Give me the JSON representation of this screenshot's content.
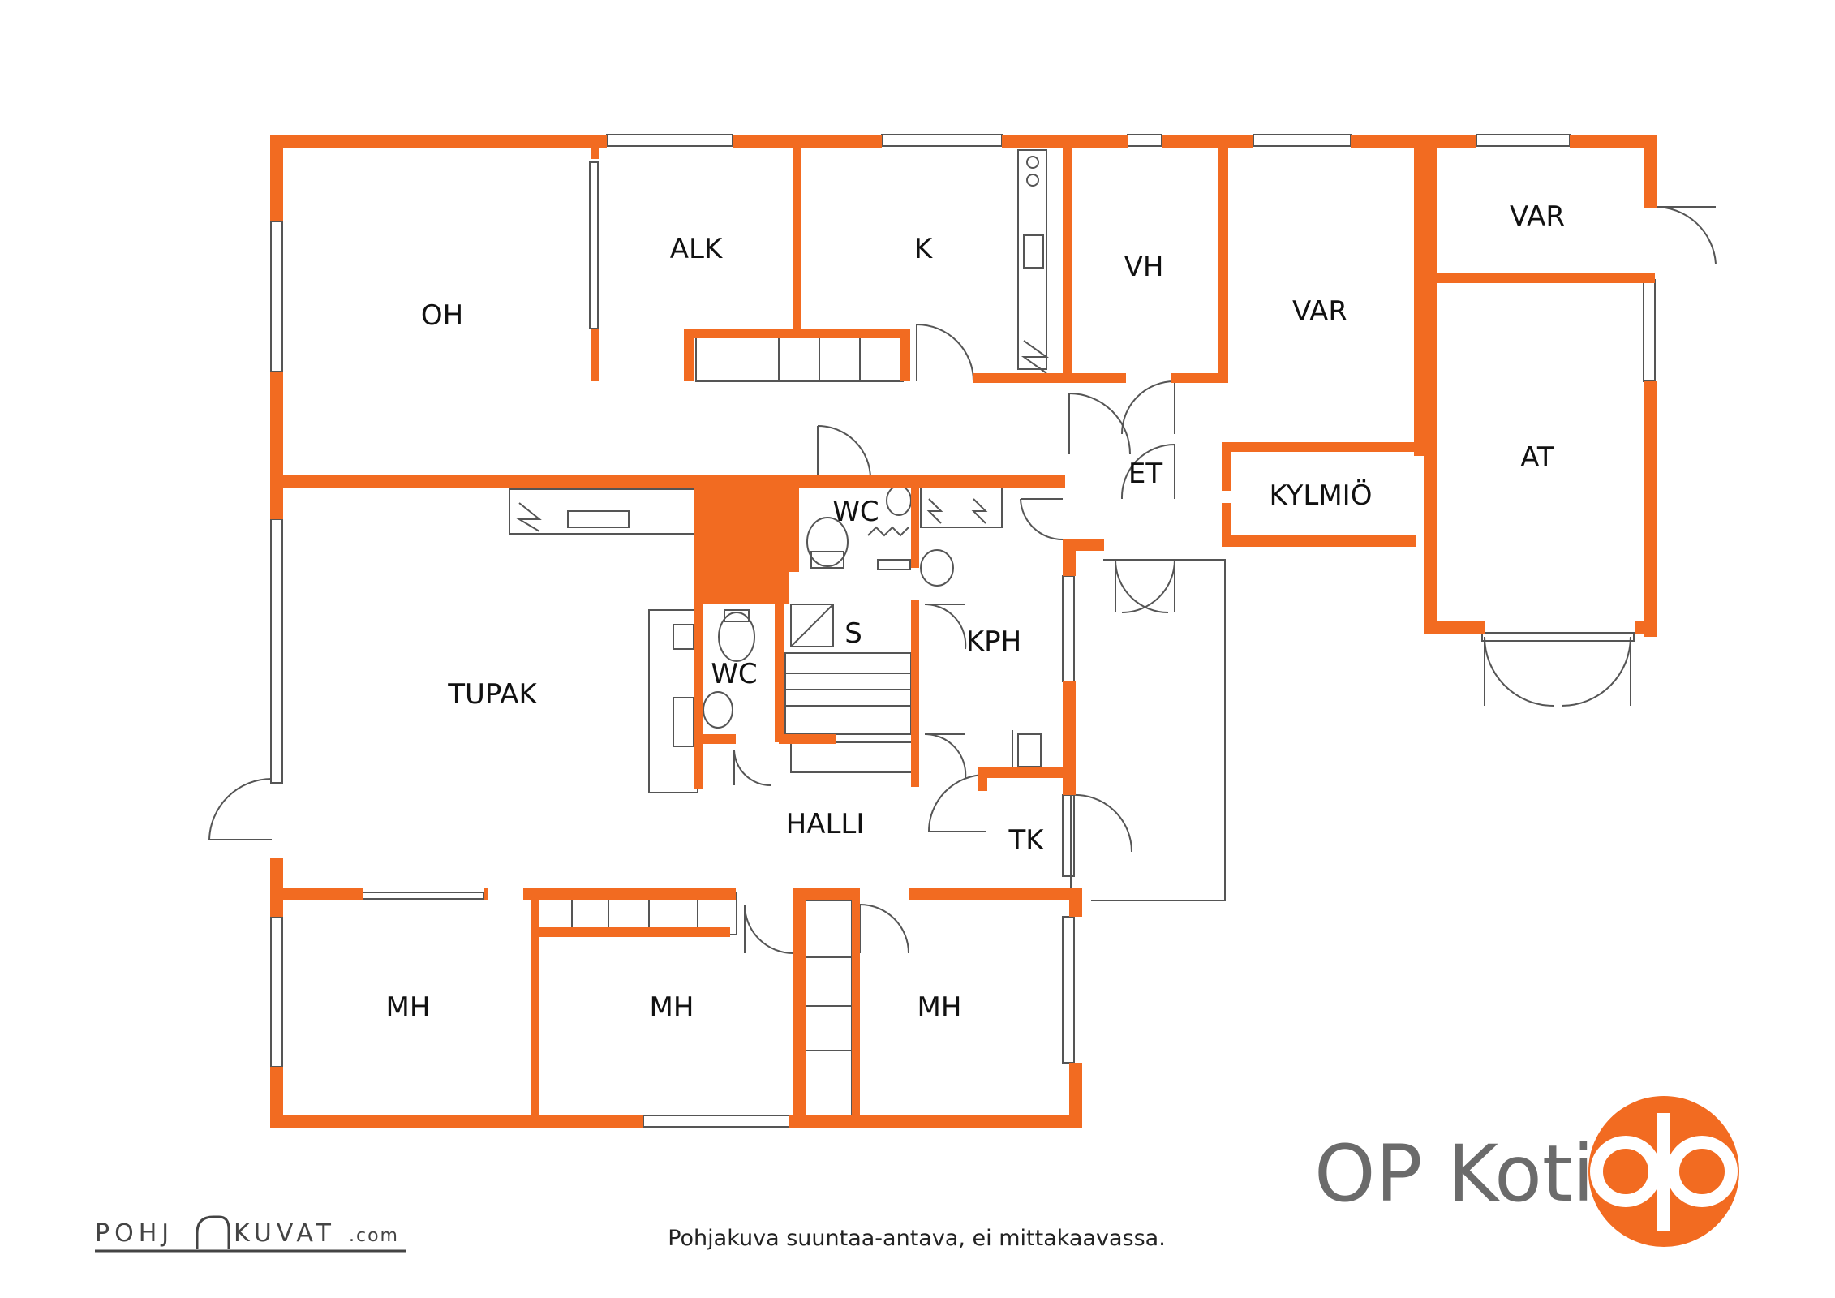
{
  "colors": {
    "wall": "#f26b21",
    "line": "#555555",
    "logo_circle": "#f26b21",
    "logo_mark": "#ffffff",
    "brand_text": "#6b6b6b"
  },
  "rooms": {
    "oh": "OH",
    "alk": "ALK",
    "k": "K",
    "vh": "VH",
    "var_large": "VAR",
    "var_small": "VAR",
    "et": "ET",
    "kylmio": "KYLMIÖ",
    "at": "AT",
    "tupak": "TUPAK",
    "wc_upper": "WC",
    "wc_lower": "WC",
    "s": "S",
    "kph": "KPH",
    "halli": "HALLI",
    "tk": "TK",
    "mh_left": "MH",
    "mh_middle": "MH",
    "mh_right": "MH"
  },
  "brand": {
    "name": "OP Koti",
    "logo_icon": "op-logo-icon"
  },
  "caption": "Pohjakuva suuntaa-antava, ei mittakaavassa.",
  "credit": {
    "name_left": "POHJ",
    "name_right": "KUVAT",
    "suffix": ".com"
  }
}
